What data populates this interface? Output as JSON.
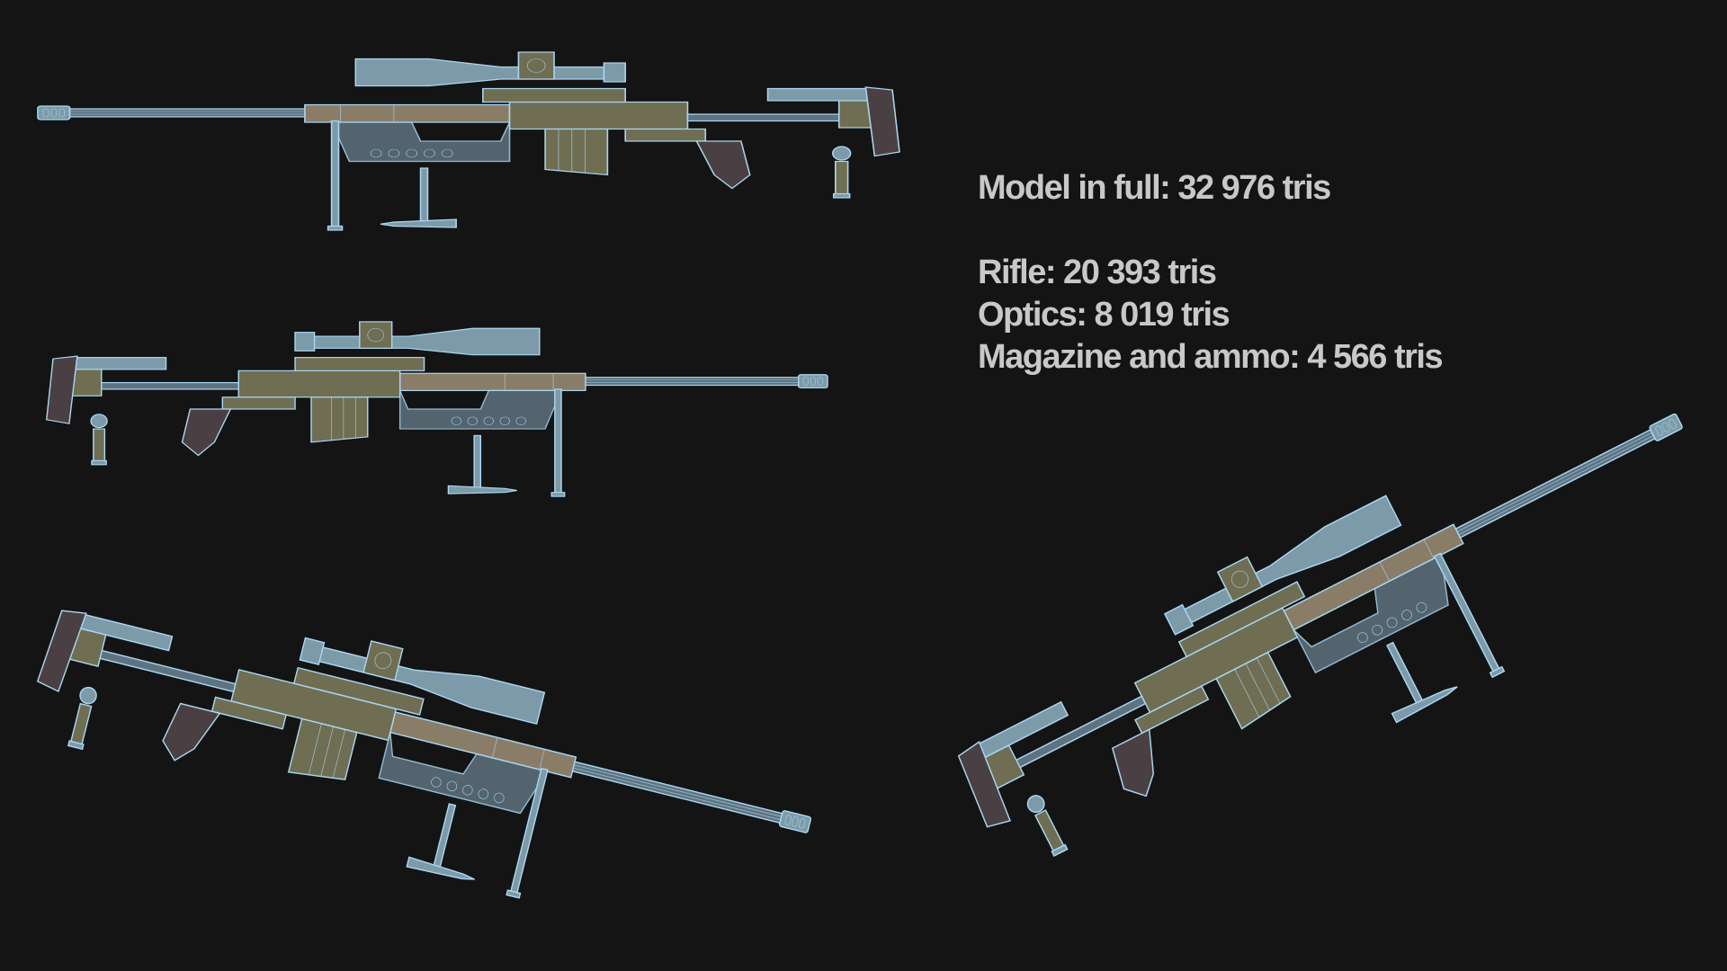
{
  "stats": {
    "full_model": "Model in full: 32 976 tris",
    "rifle": "Rifle: 20 393 tris",
    "optics": "Optics: 8 019 tris",
    "magazine_ammo": "Magazine and ammo: 4 566 tris"
  },
  "colors": {
    "background": "#141414",
    "text": "#c8c8c8",
    "wireframe": "#a9d6f2",
    "olive_fill": "#6f6e52",
    "tan_fill": "#8a7d68"
  },
  "renders": [
    {
      "view": "side-left"
    },
    {
      "view": "side-right"
    },
    {
      "view": "perspective-front"
    },
    {
      "view": "perspective-rear"
    }
  ]
}
